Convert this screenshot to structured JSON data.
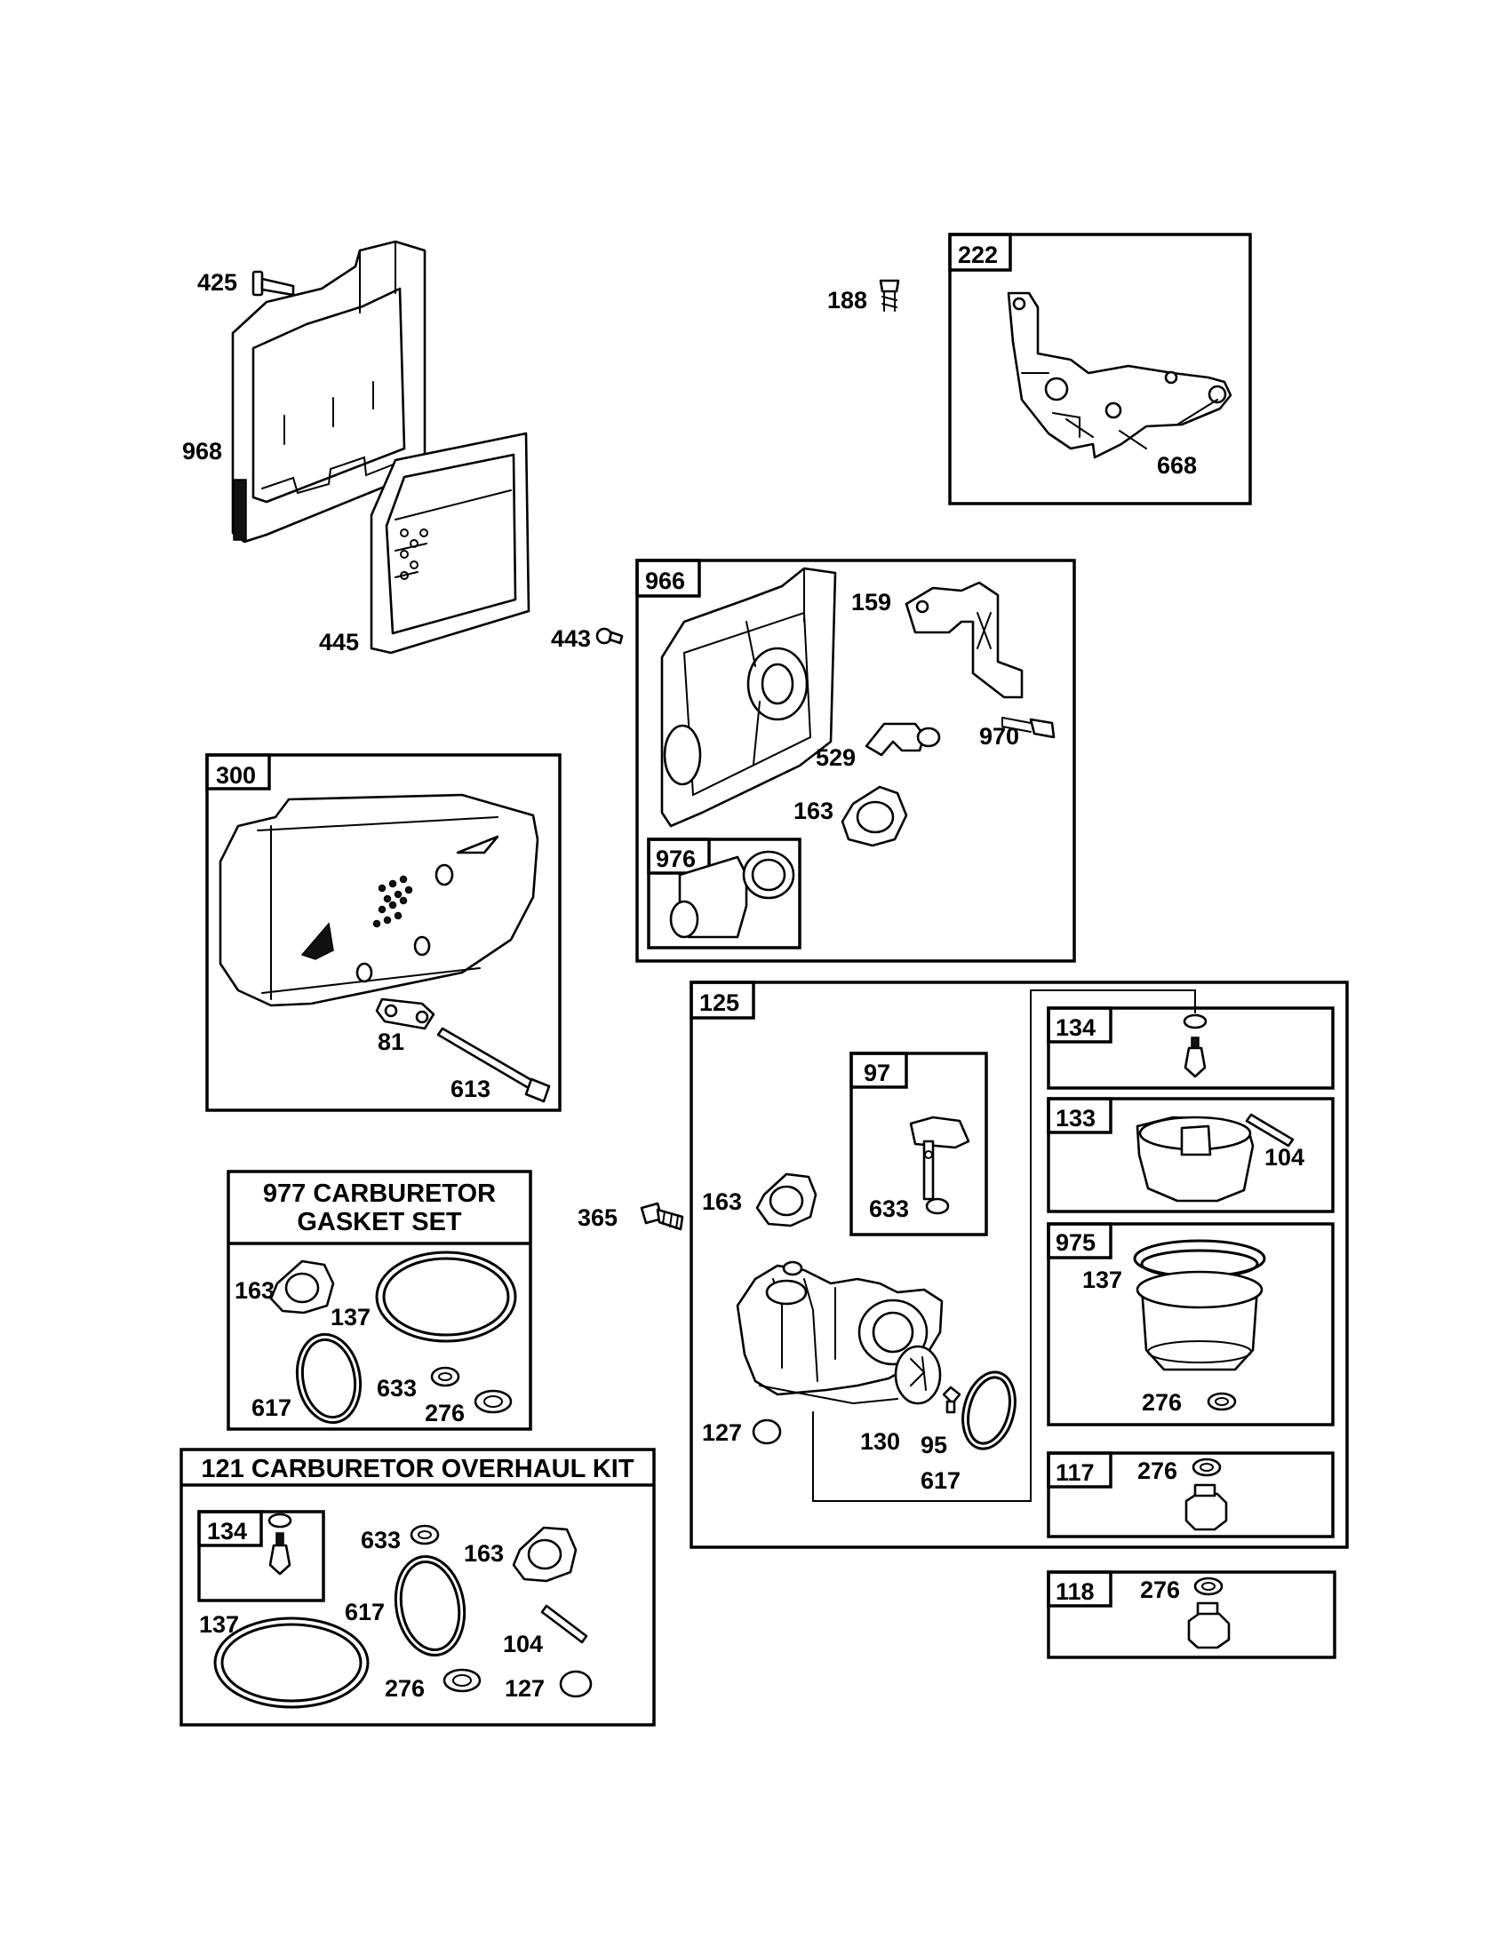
{
  "labels": {
    "p425": "425",
    "p968": "968",
    "p445": "445",
    "p188": "188",
    "p222": "222",
    "p668": "668",
    "p443": "443",
    "p966": "966",
    "p159": "159",
    "p529": "529",
    "p970": "970",
    "p163a": "163",
    "p976": "976",
    "p300": "300",
    "p81": "81",
    "p613": "613",
    "p125": "125",
    "p134a": "134",
    "p97": "97",
    "p133": "133",
    "p104a": "104",
    "p633a": "633",
    "p365": "365",
    "p163b": "163",
    "p975": "975",
    "p137a": "137",
    "p276a": "276",
    "p127a": "127",
    "p130": "130",
    "p95": "95",
    "p617a": "617",
    "p117": "117",
    "p276b": "276",
    "p118": "118",
    "p276c": "276",
    "gasket_title_1": "977 CARBURETOR",
    "gasket_title_2": "GASKET SET",
    "g163": "163",
    "g137": "137",
    "g617": "617",
    "g633": "633",
    "g276": "276",
    "overhaul_title": "121 CARBURETOR OVERHAUL KIT",
    "k134": "134",
    "k633": "633",
    "k163": "163",
    "k617": "617",
    "k137": "137",
    "k104": "104",
    "k276": "276",
    "k127": "127"
  }
}
